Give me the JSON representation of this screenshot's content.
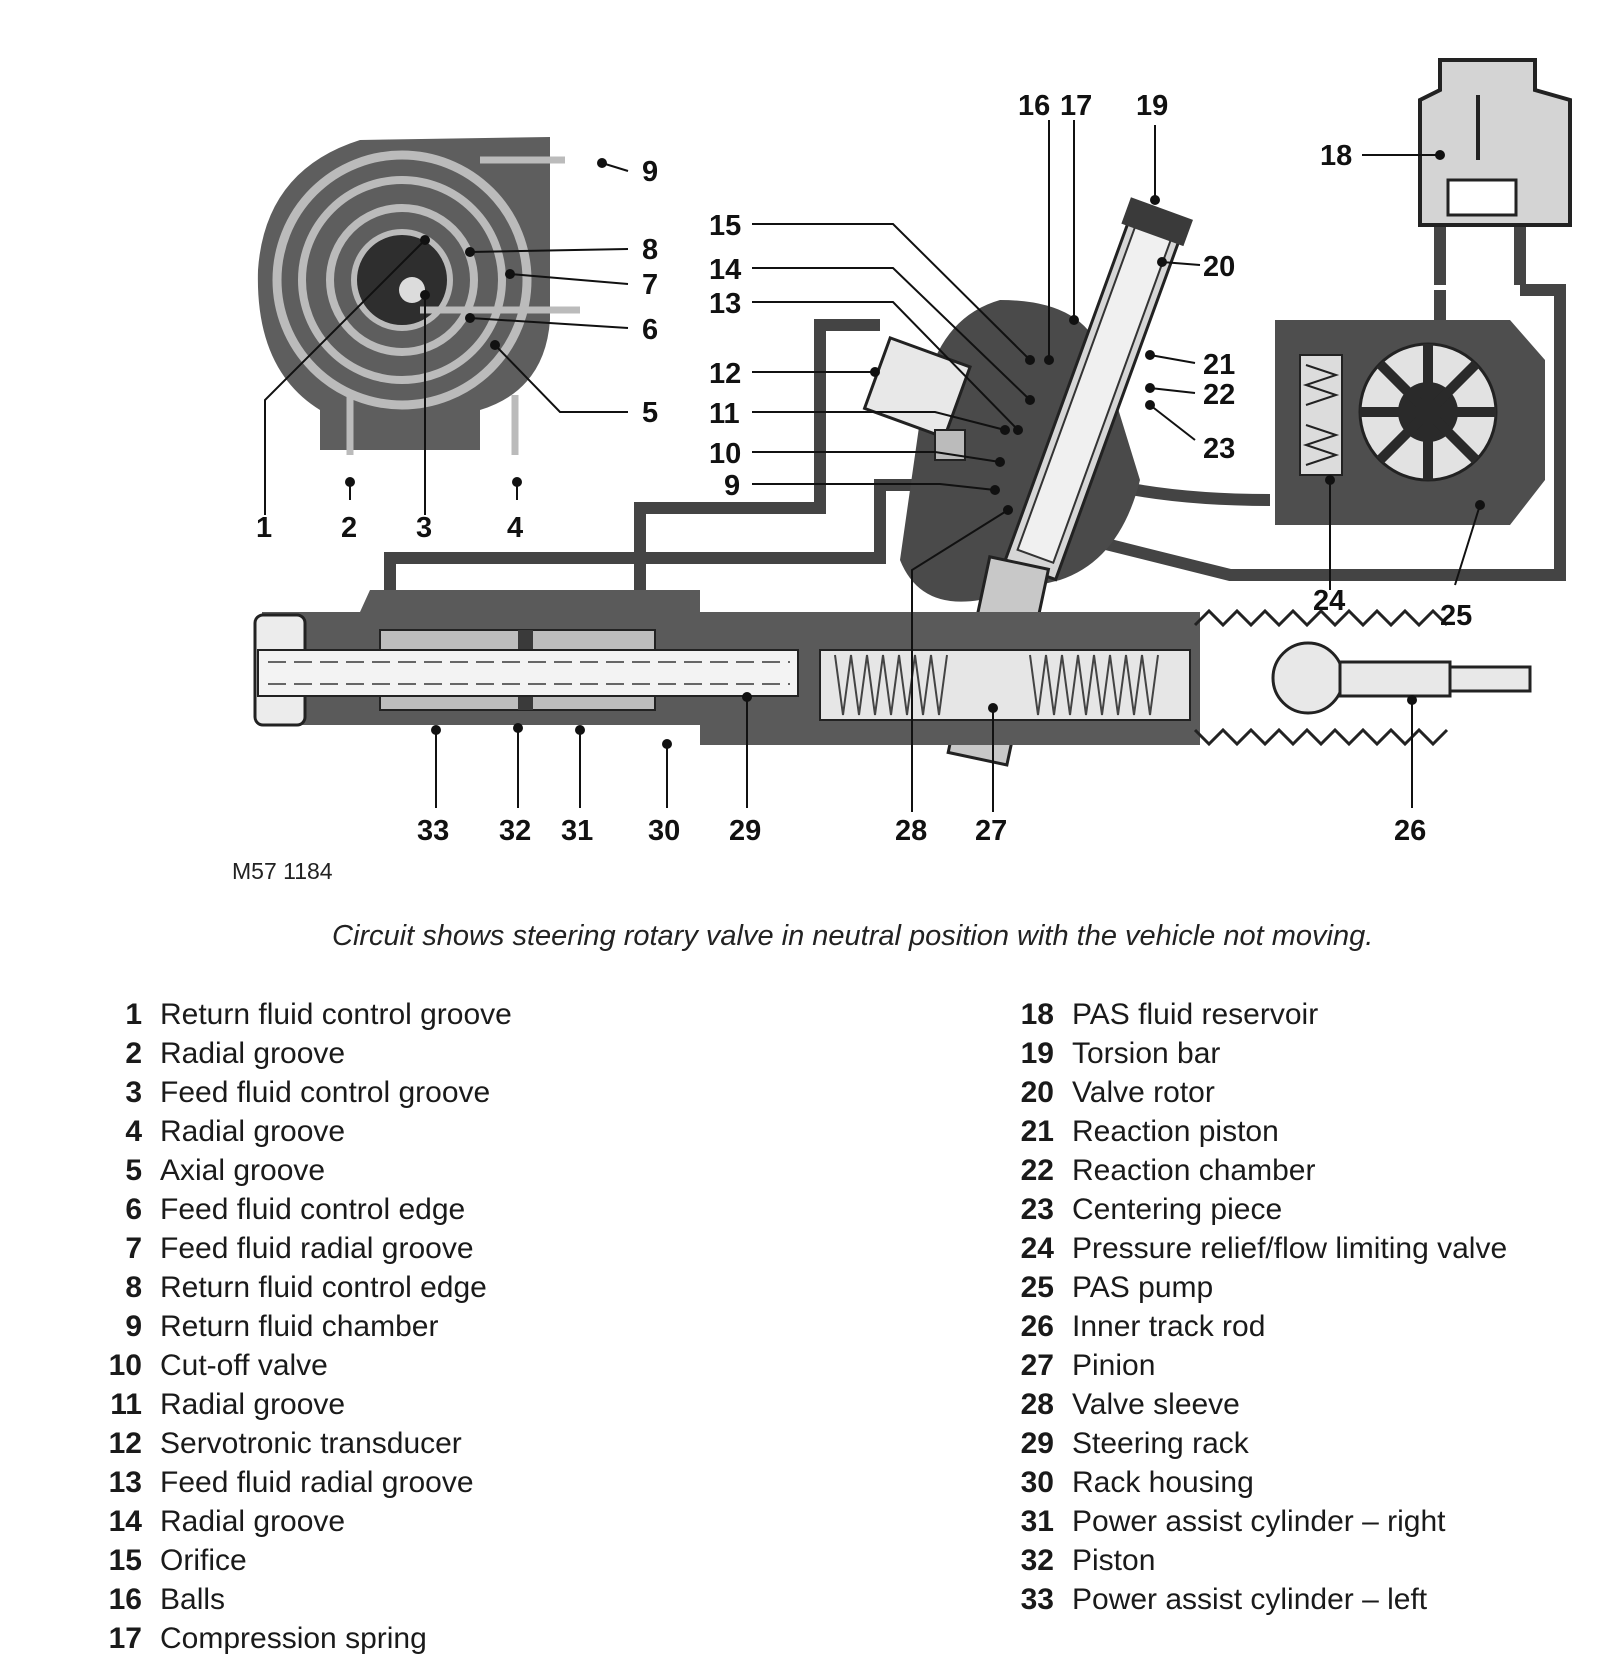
{
  "callouts": [
    "1",
    "2",
    "3",
    "4",
    "5",
    "6",
    "7",
    "8",
    "9",
    "10",
    "11",
    "12",
    "13",
    "14",
    "15",
    "16",
    "17",
    "18",
    "19",
    "20",
    "21",
    "22",
    "23",
    "24",
    "25",
    "26",
    "27",
    "28",
    "29",
    "30",
    "31",
    "32",
    "33"
  ],
  "reference": "M57 1184",
  "caption": "Circuit shows steering rotary valve in neutral position with the vehicle not moving.",
  "legend_left": [
    {
      "n": "1",
      "label": "Return fluid control groove"
    },
    {
      "n": "2",
      "label": "Radial groove"
    },
    {
      "n": "3",
      "label": "Feed fluid control groove"
    },
    {
      "n": "4",
      "label": "Radial groove"
    },
    {
      "n": "5",
      "label": "Axial groove"
    },
    {
      "n": "6",
      "label": "Feed fluid control edge"
    },
    {
      "n": "7",
      "label": "Feed fluid radial groove"
    },
    {
      "n": "8",
      "label": "Return fluid control edge"
    },
    {
      "n": "9",
      "label": "Return fluid chamber"
    },
    {
      "n": "10",
      "label": "Cut-off valve"
    },
    {
      "n": "11",
      "label": "Radial groove"
    },
    {
      "n": "12",
      "label": "Servotronic transducer"
    },
    {
      "n": "13",
      "label": "Feed fluid radial groove"
    },
    {
      "n": "14",
      "label": "Radial groove"
    },
    {
      "n": "15",
      "label": "Orifice"
    },
    {
      "n": "16",
      "label": "Balls"
    },
    {
      "n": "17",
      "label": "Compression spring"
    }
  ],
  "legend_right": [
    {
      "n": "18",
      "label": "PAS fluid reservoir"
    },
    {
      "n": "19",
      "label": "Torsion bar"
    },
    {
      "n": "20",
      "label": "Valve rotor"
    },
    {
      "n": "21",
      "label": "Reaction piston"
    },
    {
      "n": "22",
      "label": "Reaction chamber"
    },
    {
      "n": "23",
      "label": "Centering piece"
    },
    {
      "n": "24",
      "label": "Pressure relief/flow limiting valve"
    },
    {
      "n": "25",
      "label": "PAS pump"
    },
    {
      "n": "26",
      "label": "Inner track rod"
    },
    {
      "n": "27",
      "label": "Pinion"
    },
    {
      "n": "28",
      "label": "Valve sleeve"
    },
    {
      "n": "29",
      "label": "Steering rack"
    },
    {
      "n": "30",
      "label": "Rack housing"
    },
    {
      "n": "31",
      "label": "Power assist cylinder – right"
    },
    {
      "n": "32",
      "label": "Piston"
    },
    {
      "n": "33",
      "label": "Power assist cylinder – left"
    }
  ]
}
